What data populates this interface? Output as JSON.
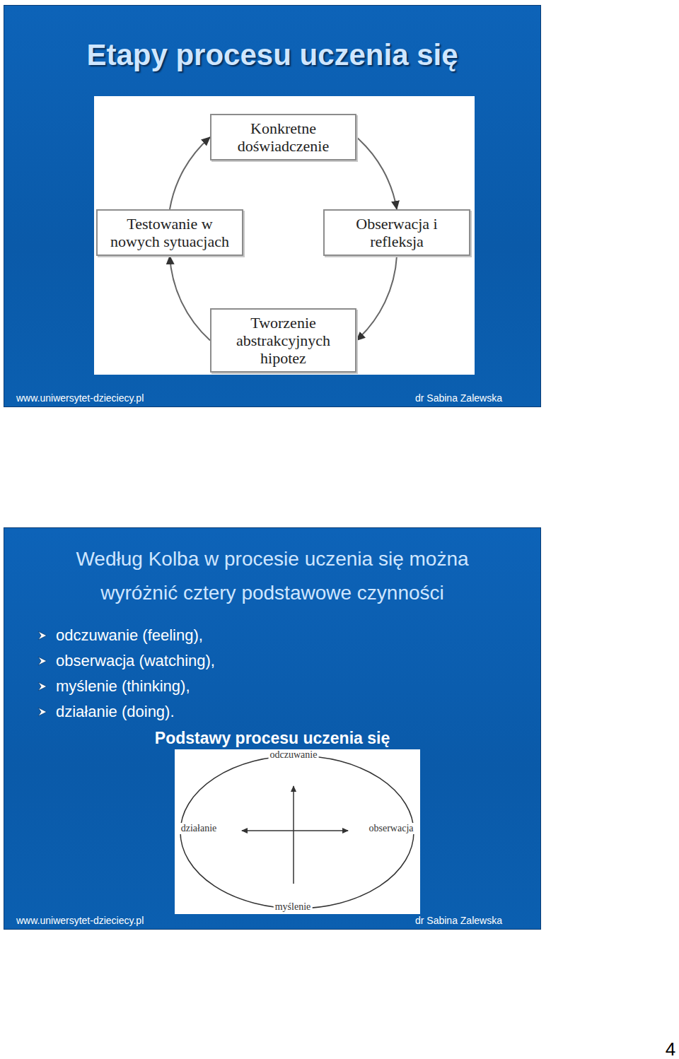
{
  "diagram": {
    "title": "Etapy procesu uczenia się",
    "nodes": [
      {
        "text": [
          "Konkretne doświadczenie"
        ]
      },
      {
        "text": [
          "Obserwacja i refleksja"
        ]
      },
      {
        "text": [
          "Tworzenie abstrakcyjnych hipotez"
        ]
      },
      {
        "text": [
          "Testowanie w nowych sytuacjach"
        ]
      }
    ],
    "edges": [
      {
        "from": 0,
        "to": 1,
        "arrow": "to"
      },
      {
        "from": 1,
        "to": 2,
        "arrow": "to"
      },
      {
        "from": 2,
        "to": 3,
        "arrow": "to"
      },
      {
        "from": 3,
        "to": 0,
        "arrow": "to"
      }
    ],
    "labels": [
      "www.uniwersytet-dzieciecy.pl",
      "dr Sabina Zalewska",
      "Według Kolba w procesie uczenia się można wyróżnić cztery podstawowe czynności",
      "odczuwanie (feeling),",
      "obserwacja (watching),",
      "myślenie (thinking),",
      "działanie (doing).",
      "Podstawy procesu uczenia się",
      "odczuwanie",
      "działanie",
      "obserwacja",
      "myślenie",
      "www.uniwersytet-dzieciecy.pl",
      "dr Sabina Zalewska",
      "4"
    ]
  }
}
